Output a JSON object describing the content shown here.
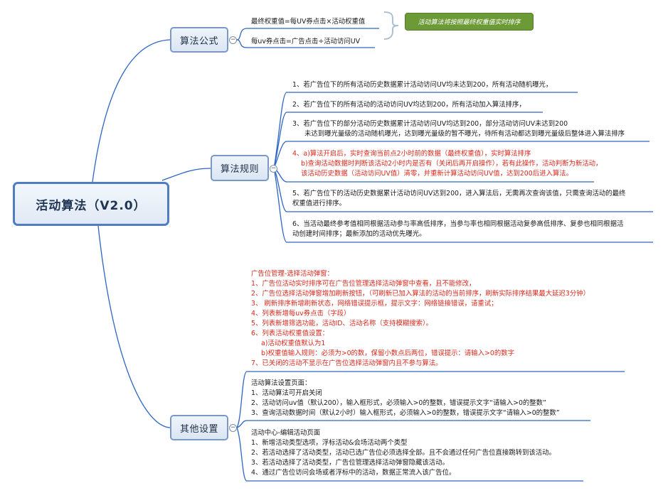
{
  "root": {
    "label": "活动算法（V2.0）"
  },
  "branches": {
    "formula": {
      "label": "算法公式",
      "items": [
        "最终权重值=每UV券点击×活动权重值",
        "每uv券点击=广告点击÷活动访问UV"
      ],
      "note": "活动算法将按照最终权重值实时排序"
    },
    "rules": {
      "label": "算法规则",
      "items": [
        {
          "lines": [
            "1、若广告位下的所有活动历史数据累计活动访问UV均未达到200，所有活动随机曝光，"
          ]
        },
        {
          "lines": [
            "2、若广告位下的所有活动的活动访问UV均达到200，所有活动加入算法排序，"
          ]
        },
        {
          "lines": [
            "3、若广告位下的部分活动历史数据累计活动访问UV均达到200，部分活动访问UV未达到200",
            "未达到曝光量级的活动随机曝光，达到曝光量级的暂不曝光，待所有活动都达到曝光量级后整体进入算法排序"
          ]
        },
        {
          "lines": [
            "4、a)算法开启后，实时查询当前点2小时前的数据（最终权重值），实时算法排序",
            "b)查询活动数据时判断该活动2小时内是否有（关闭后再开启操作），若有此操作，活动判断为新活动，",
            "该活动历史数据（活动访问UV值）清零，并重新计算活动访问UV值，达到200后进入算法。"
          ]
        },
        {
          "lines": [
            "5、若广告位下的活动历史数据累计活动访问UV达到200，进入算法后，无需再次查询该值，只需查询活动的最终",
            "权重值进行排序。"
          ]
        },
        {
          "lines": [
            "6、当活动最终参考值相同根据活动参与率高低排序，当参与率也相同根据活动复参高低排序、复参也相同根据活",
            "动创建时间排序；最新添加的活动优先曝光。"
          ]
        }
      ]
    },
    "other": {
      "label": "其他设置",
      "items": [
        {
          "lines": [
            "广告位管理-选择活动弹窗：",
            "1、广告位活动实时排序可在广告位管理选择活动弹窗中查看，且不能修改，",
            "2、广告位选择活动弹窗增加刷新按钮，（可刷新已加入算法的活动的当前排序，刷新实际排序结果最大延迟3分钟）",
            "3、 刷新排序新增刷新状态，网络错误提示框，提示文字：网络链接错误，请重试；",
            "4、列表新增每uv券点击（字段）",
            "5、列表新增筛选功能，活动ID、活动名称（支持模糊搜索）。",
            "6、列表活动权重值设置：",
            "a)活动权重值默认为1",
            "b)权重值输入规则：必须为>0的数，保留小数点后两位，错误提示：请输入>0的数字",
            "7、已关闭的活动不显示在广告位选择活动弹窗内且不参与算法。"
          ]
        },
        {
          "lines": [
            "活动算法设置页面：",
            "1、活动算法可开启关闭",
            "2、活动访问uv值（默认200），输入框形式，必须输入>0的整数，错误提示文字“请输入>0的整数”",
            "3、查询活动数据时间（默认2小时）输入框形式，必须输入>0的整数，错误提示文字“请输入>0的整数”"
          ]
        },
        {
          "lines": [
            "活动中心-编辑活动页面",
            "1、新增活动类型选项，浮标活动&会场活动两个类型",
            "2、若活动选择了活动类型，活动已选广告位必须选择全部。且不会通过任何广告位直接跳转到该活动。",
            "3、若活动选择了活动类型，广告位管理选择活动弹窗隐藏该活动。",
            "4、通过广告位访问会场或者浮标中的活动，数据正常流入该广告位。"
          ]
        }
      ]
    }
  },
  "toggle_symbol": "−",
  "colors": {
    "line": "#2e66c2",
    "node_border": "#7a99c4",
    "root_border": "#4f7ec0",
    "red_text": "#d8281c",
    "callout_bg": "#6c9a36"
  }
}
